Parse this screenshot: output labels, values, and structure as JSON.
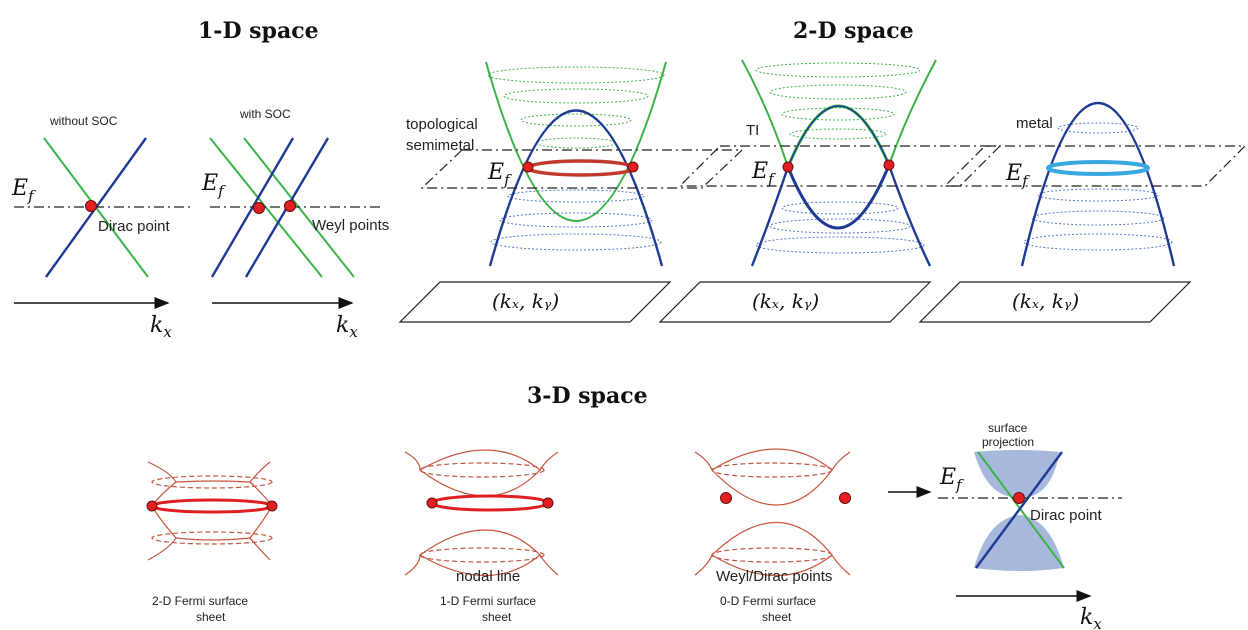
{
  "titles": {
    "one_d": "1-D space",
    "two_d": "2-D space",
    "three_d": "3-D space"
  },
  "one_d": {
    "panel1_label": "without  SOC",
    "panel2_label": "with SOC",
    "dirac_label": "Dirac point",
    "weyl_label": "Weyl points",
    "ef": "E",
    "ef_sub": "f",
    "kx": "k",
    "kx_sub": "x"
  },
  "two_d": {
    "panel1_label_line1": "topological",
    "panel1_label_line2": "semimetal",
    "panel2_label": "TI",
    "panel3_label": "metal",
    "kpair": "(kₓ, kᵧ)",
    "ef": "E",
    "ef_sub": "f"
  },
  "three_d": {
    "caption1_line1": "2-D Fermi surface",
    "caption1_line2": "sheet",
    "caption2_top": "nodal line",
    "caption2_line1": "1-D Fermi surface",
    "caption2_line2": "sheet",
    "caption3_top": "Weyl/Dirac points",
    "caption3_line1": "0-D Fermi surface",
    "caption3_line2": "sheet",
    "proj_line1": "surface",
    "proj_line2": "projection",
    "dirac_label": "Dirac point",
    "ef": "E",
    "ef_sub": "f",
    "kx": "k",
    "kx_sub": "x"
  },
  "colors": {
    "green_band": "#3bb34a",
    "blue_band": "#1f3a93",
    "red_point": "#e02020",
    "red_ring": "#c0392b",
    "cyan_ring": "#3aa8e0",
    "surface_fill": "#a8b8dc"
  }
}
